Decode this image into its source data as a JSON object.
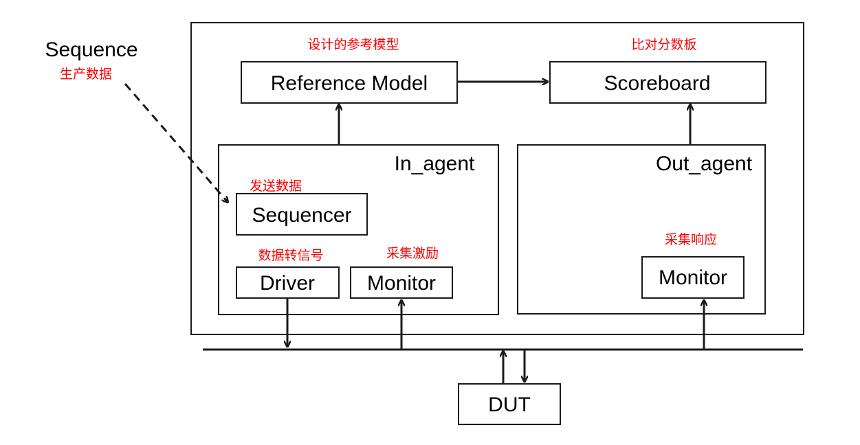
{
  "colors": {
    "line": "#1a1a1a",
    "annotation": "#ff0000",
    "background": "#ffffff"
  },
  "labels": {
    "sequence": "Sequence",
    "sequence_note": "生产数据",
    "reference_model": "Reference Model",
    "reference_model_note": "设计的参考模型",
    "scoreboard": "Scoreboard",
    "scoreboard_note": "比对分数板",
    "in_agent": "In_agent",
    "out_agent": "Out_agent",
    "sequencer": "Sequencer",
    "sequencer_note": "发送数据",
    "driver": "Driver",
    "driver_note": "数据转信号",
    "in_monitor": "Monitor",
    "in_monitor_note": "采集激励",
    "out_monitor": "Monitor",
    "out_monitor_note": "采集响应",
    "dut": "DUT"
  }
}
